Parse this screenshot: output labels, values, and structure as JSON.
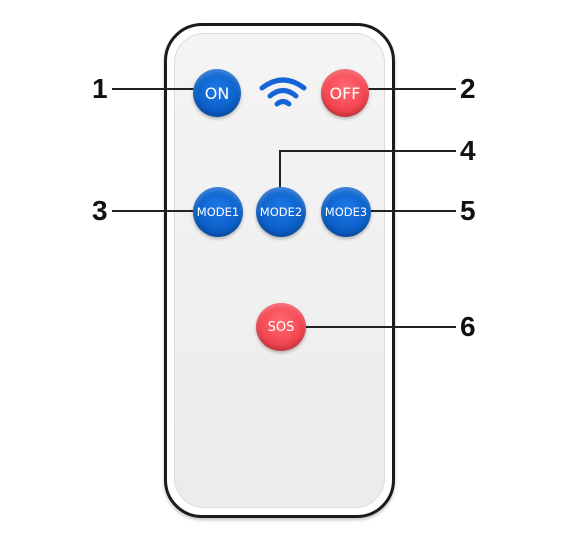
{
  "remote": {
    "buttons": {
      "on": "ON",
      "off": "OFF",
      "mode1": "MODE1",
      "mode2": "MODE2",
      "mode3": "MODE3",
      "sos": "SOS"
    },
    "signal_icon": "wifi-icon"
  },
  "callouts": [
    "1",
    "2",
    "3",
    "4",
    "5",
    "6"
  ],
  "colors": {
    "blue_button": "#0b5fc8",
    "red_button": "#f2444f",
    "remote_border": "#1b1b1b"
  }
}
